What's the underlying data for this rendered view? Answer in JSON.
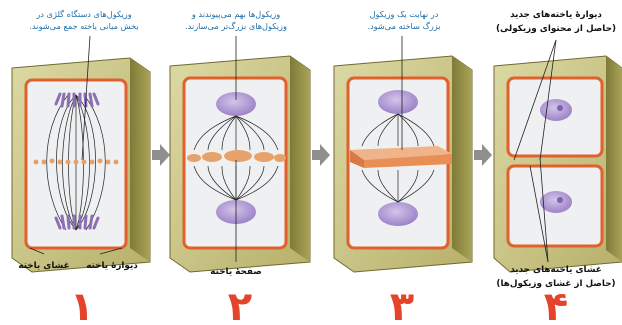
{
  "captions": {
    "stage1_top": [
      "وزیکول‌های دستگاه گلژی در",
      "بخش میانی یاخته جمع می‌شوند."
    ],
    "stage2_top": [
      "وزیکول‌ها بهم می‌پیوندند و",
      "وزیکول‌های بزرگ‌تر می‌سازند."
    ],
    "stage3_top": [
      "در نهایت یک وزیکول",
      "بزرگ ساخته می‌شود."
    ],
    "stage4_top": [
      "دیوارهٔ یاخته‌های جدید",
      "(حاصل از محتوای وزیکولی)"
    ],
    "stage4_bottom": [
      "غشای یاخته‌های جدید",
      "(حاصل از غشای وزیکول‌ها)"
    ],
    "cell_membrane": "غشای یاخته",
    "cell_wall": "دیوارهٔ یاخته",
    "cell_plate": "صفحهٔ یاخته"
  },
  "step_numbers": [
    "۱",
    "۲",
    "۳",
    "۴"
  ],
  "colors": {
    "wall_outer": "#c9c58a",
    "wall_side": "#8f8a43",
    "membrane": "#e0612d",
    "cytoplasm": "#eef0f1",
    "chromatin": "#8c6fb4",
    "nucleus": "#b4a0d6",
    "vesicle": "#e7a26c",
    "arrow": "#8f8f8f",
    "number": "#e3442a",
    "caption_blue": "#1f6fa8"
  },
  "icons": [
    "right-arrow-icon",
    "right-arrow-icon",
    "right-arrow-icon"
  ]
}
